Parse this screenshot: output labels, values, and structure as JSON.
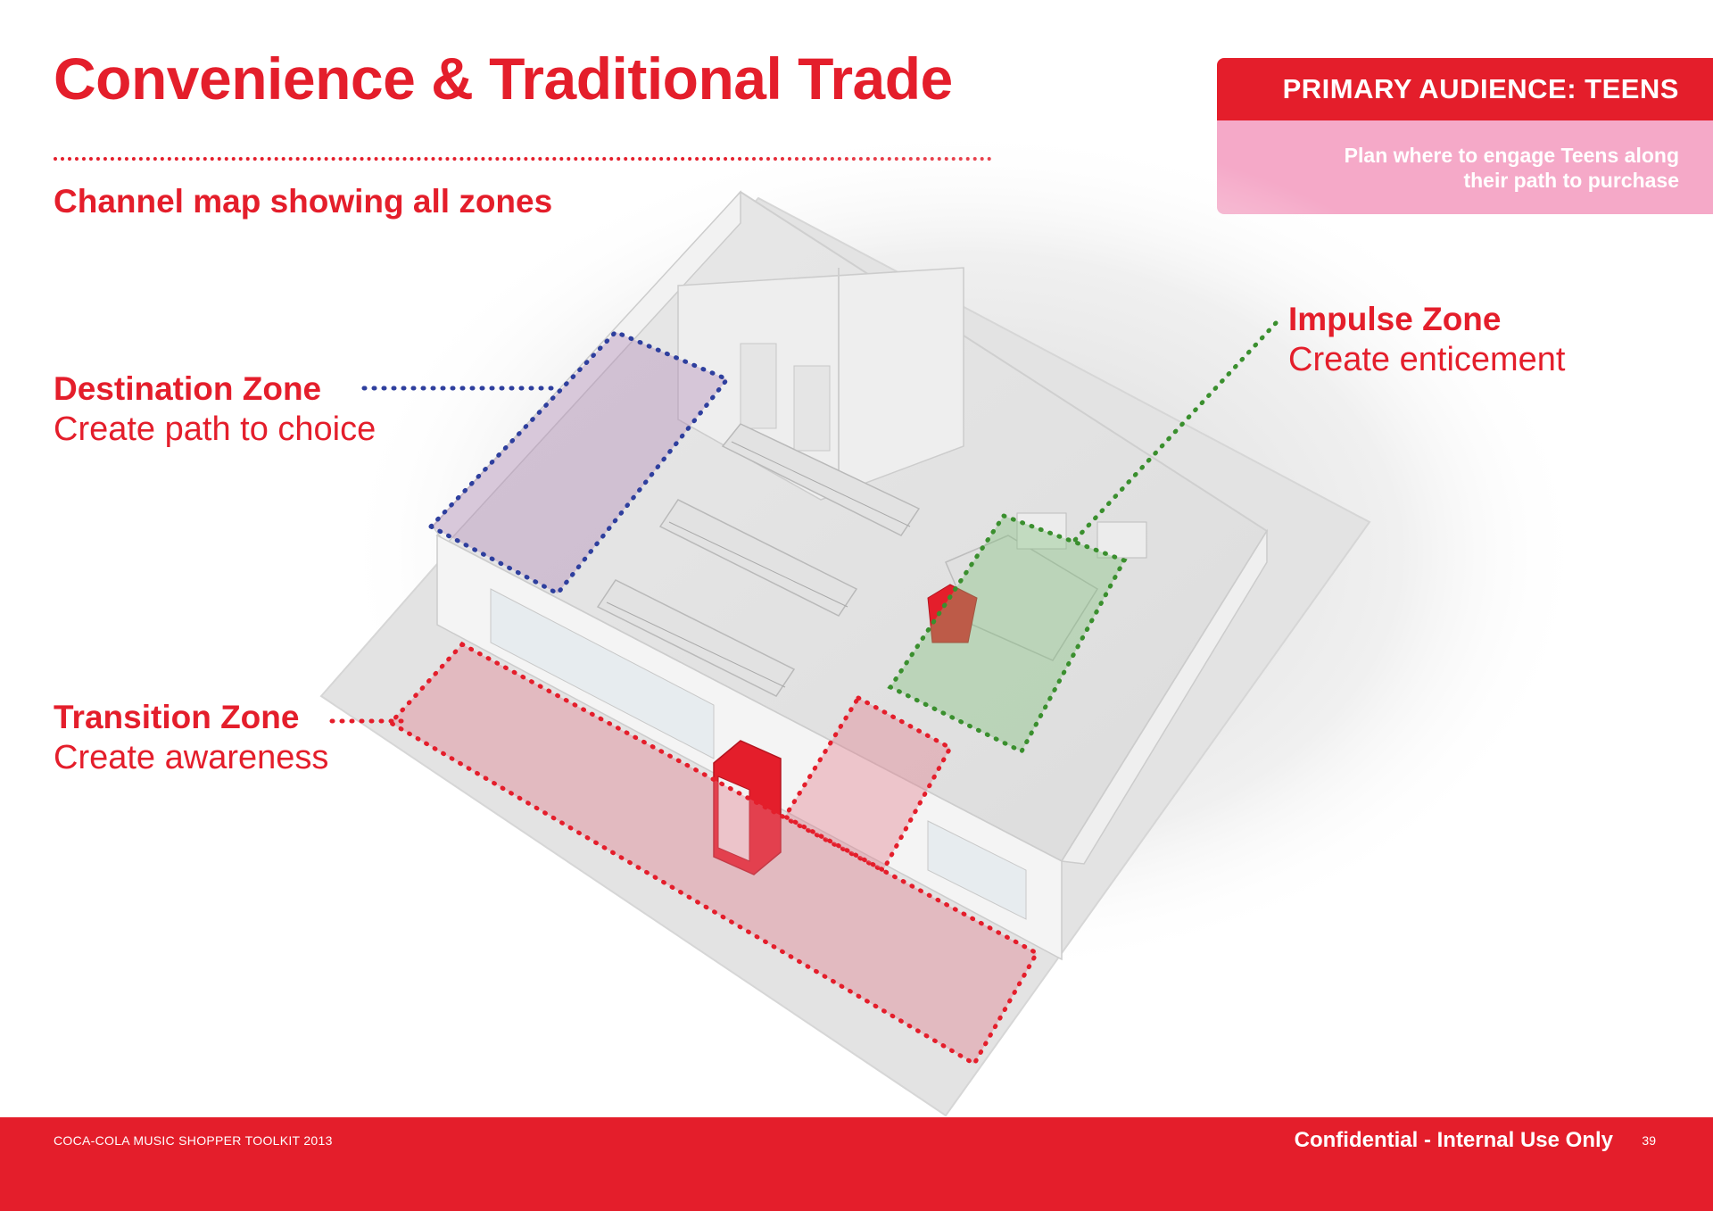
{
  "header": {
    "title": "Convenience & Traditional Trade",
    "subtitle": "Channel map showing all zones"
  },
  "audience": {
    "heading": "PRIMARY AUDIENCE: TEENS",
    "text_line1": "Plan where to engage Teens along",
    "text_line2": "their path to purchase"
  },
  "zones": {
    "destination": {
      "name": "Destination Zone",
      "description": "Create path to choice",
      "color": "#2e3f9e"
    },
    "impulse": {
      "name": "Impulse Zone",
      "description": "Create enticement",
      "color": "#3a8f2e"
    },
    "transition": {
      "name": "Transition Zone",
      "description": "Create awareness",
      "color": "#e41e2b"
    }
  },
  "footer": {
    "left": "COCA-COLA MUSIC SHOPPER TOOLKIT 2013",
    "confidential": "Confidential - Internal Use Only",
    "page_number": "39"
  },
  "colors": {
    "brand_red": "#e41e2b",
    "audience_pink": "#f5a9c8"
  }
}
